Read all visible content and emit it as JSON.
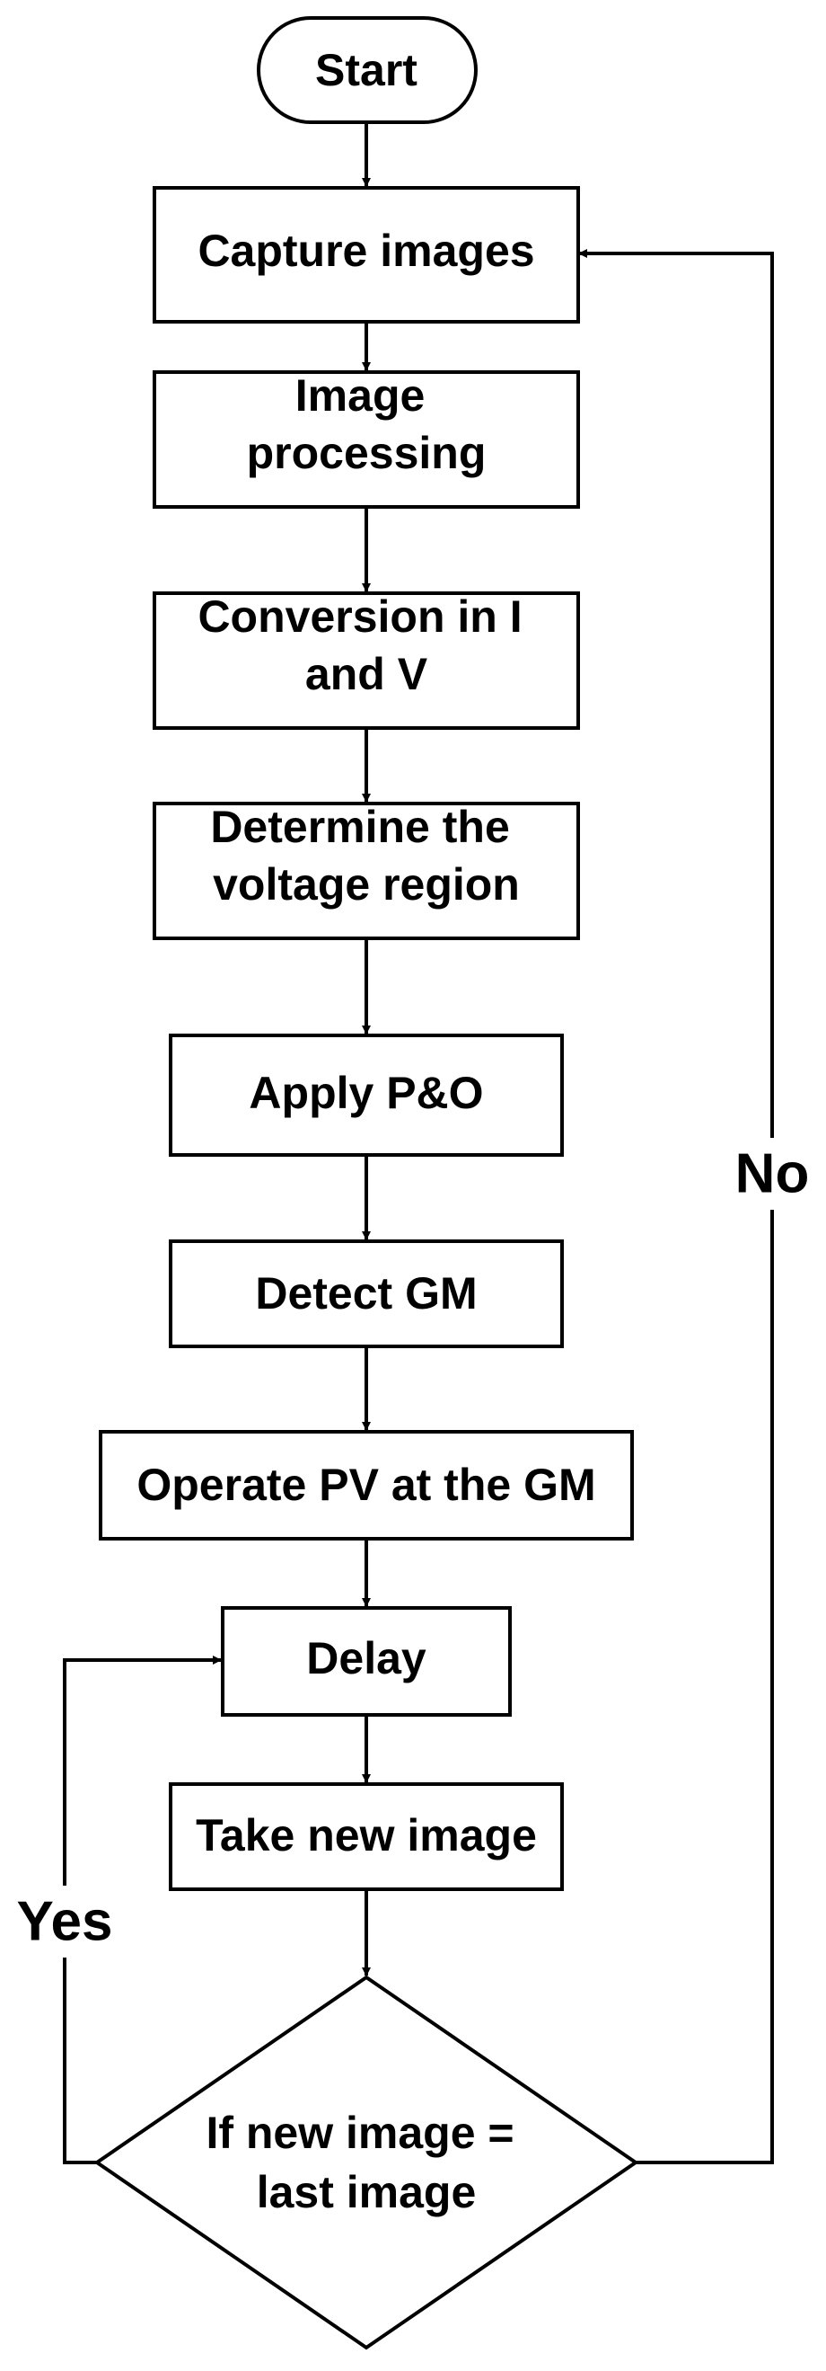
{
  "flowchart": {
    "nodes": {
      "start": "Start",
      "capture_images": "Capture images",
      "image_processing": [
        "Image",
        "processing"
      ],
      "conversion": [
        "Conversion in I",
        "and V"
      ],
      "determine_region": [
        "Determine the",
        "voltage region"
      ],
      "apply_po": "Apply P&O",
      "detect_gm": "Detect GM",
      "operate_pv": "Operate PV at the GM",
      "delay": "Delay",
      "take_new_image": "Take new image",
      "decision": [
        "If new image =",
        "last image"
      ]
    },
    "edges": {
      "yes_label": "Yes",
      "no_label": "No"
    }
  }
}
